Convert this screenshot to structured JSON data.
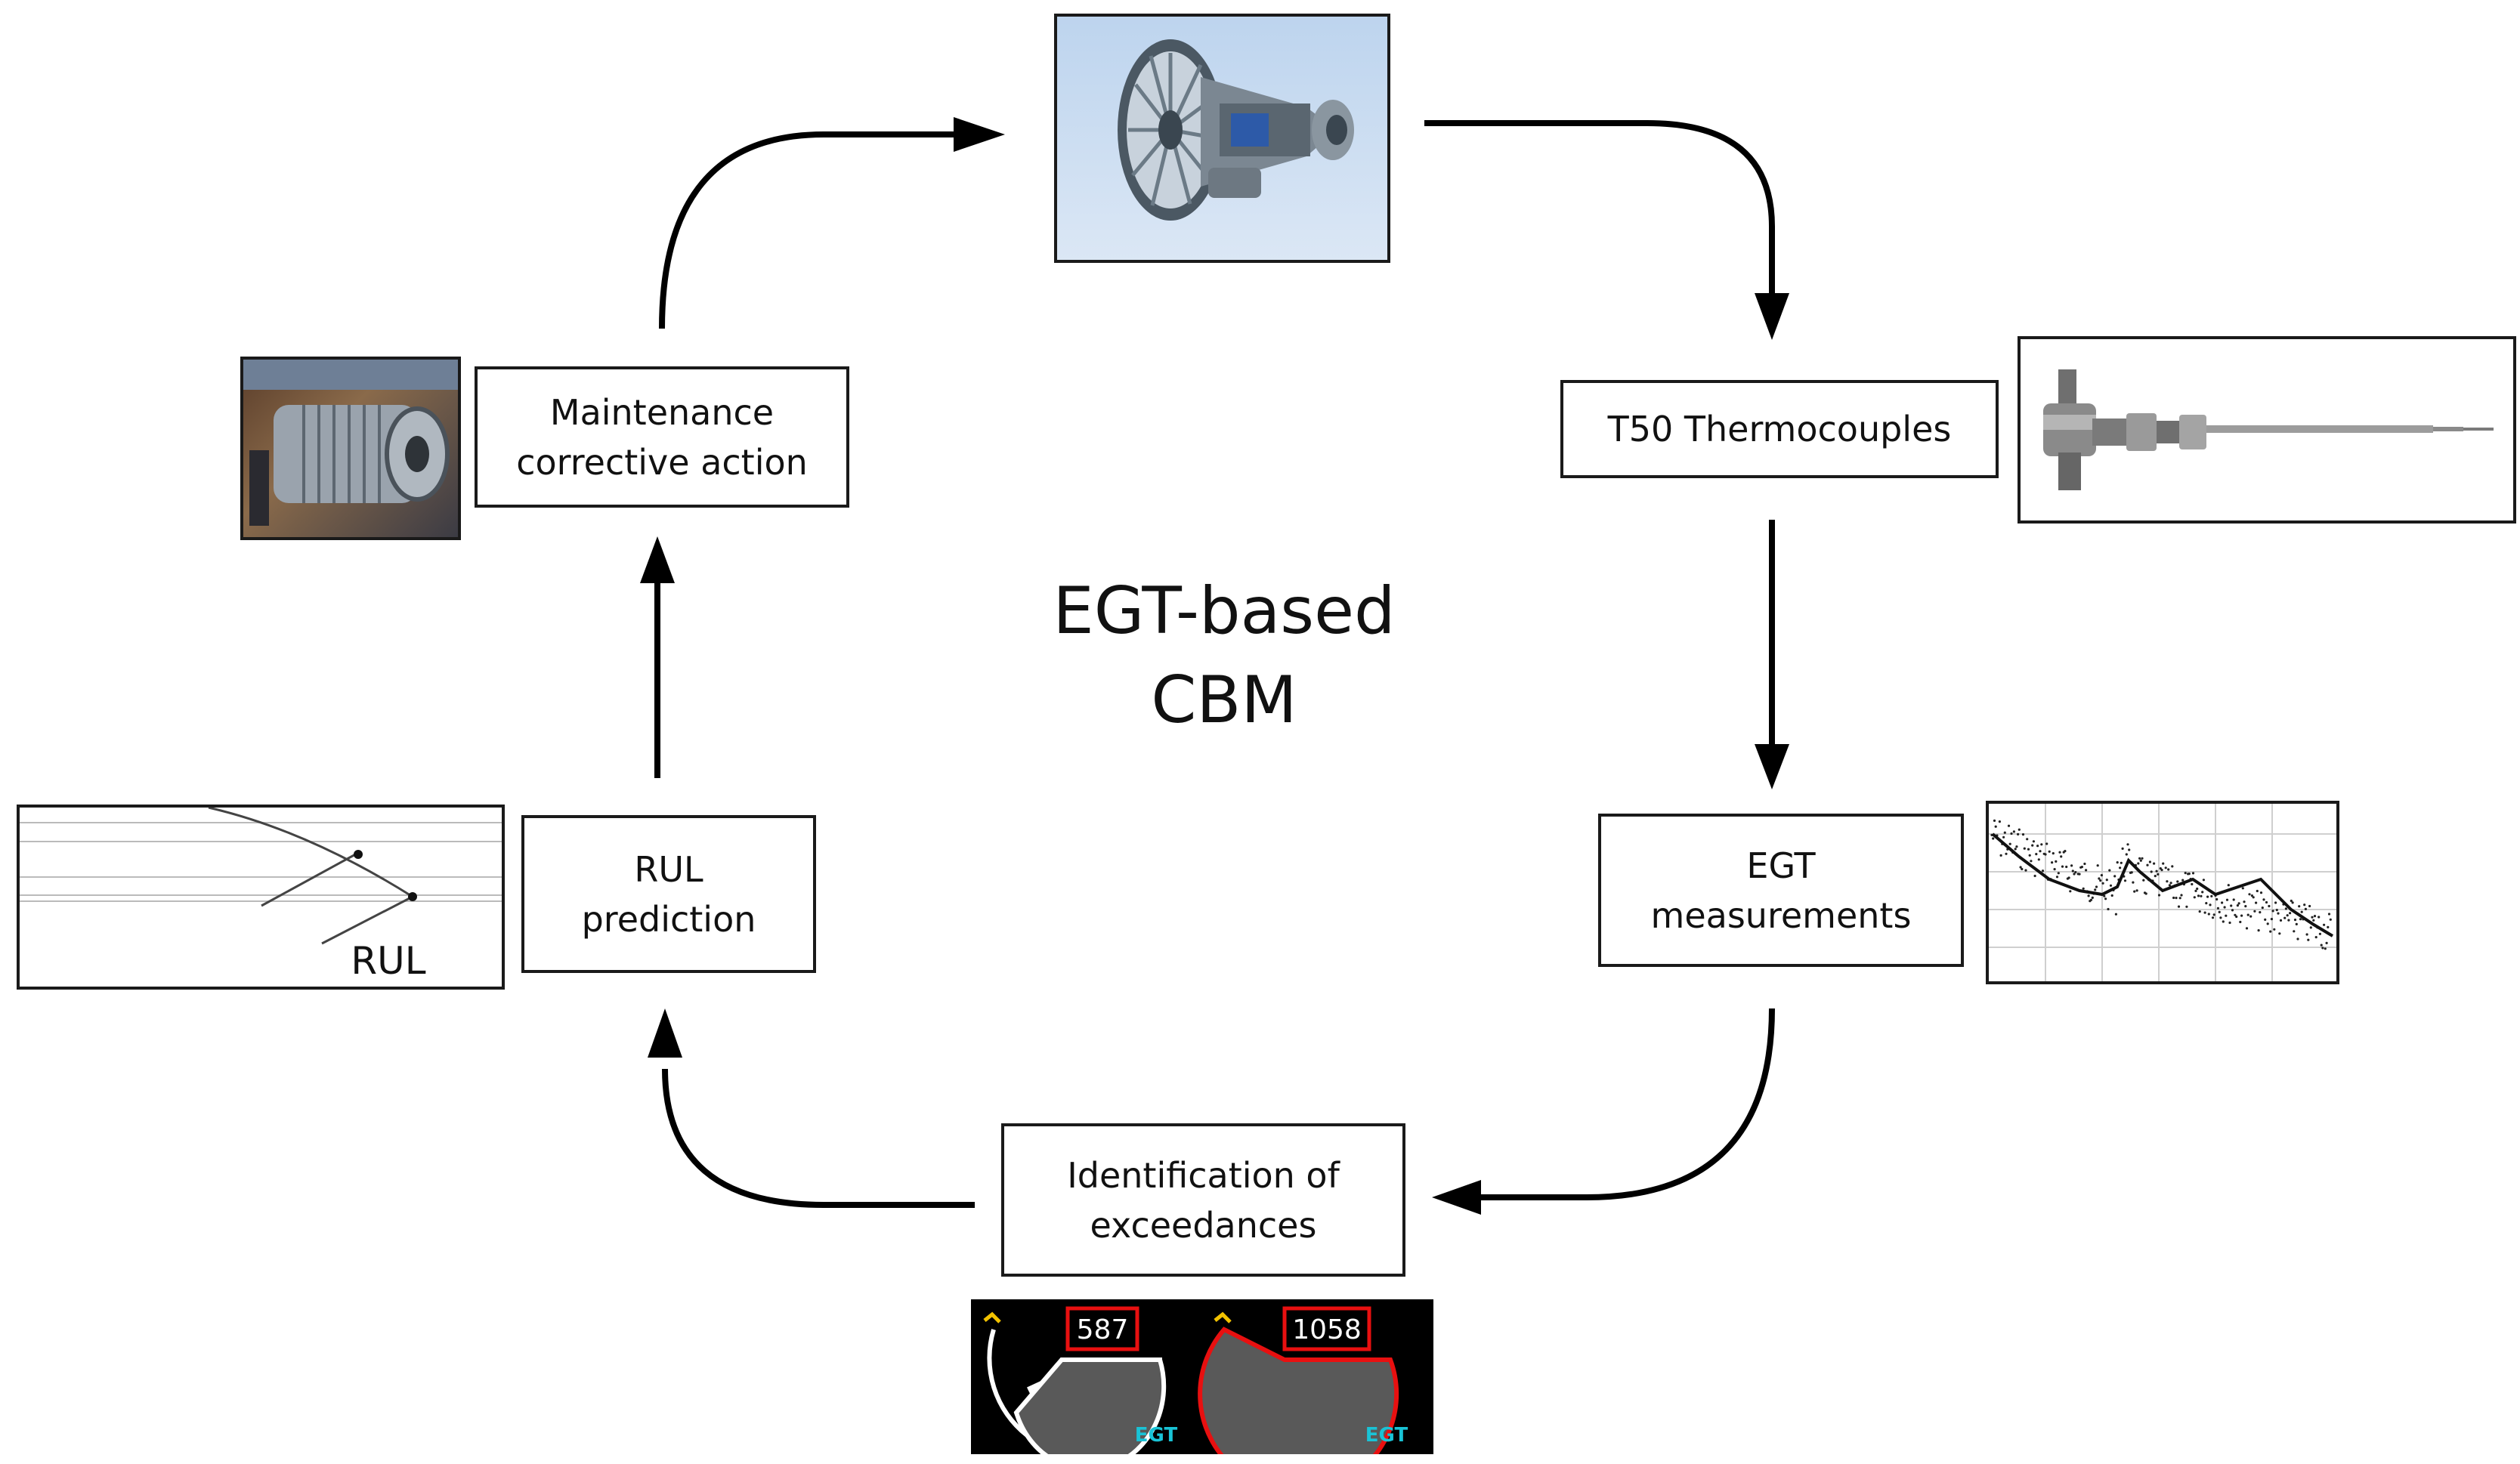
{
  "title": {
    "line1": "EGT-based",
    "line2": "CBM"
  },
  "steps": {
    "thermocouples": {
      "label": "T50 Thermocouples"
    },
    "egt_measurements": {
      "line1": "EGT",
      "line2": "measurements"
    },
    "exceedances": {
      "line1": "Identification of",
      "line2": "exceedances"
    },
    "rul_prediction": {
      "line1": "RUL",
      "line2": "prediction"
    },
    "maintenance": {
      "line1": "Maintenance",
      "line2": "corrective action"
    }
  },
  "rul_chart": {
    "label": "RUL"
  },
  "egt_gauges": [
    {
      "value": "587",
      "label": "EGT",
      "level": 0.45,
      "state": "normal"
    },
    {
      "value": "1058",
      "label": "EGT",
      "level": 0.85,
      "state": "exceedance"
    }
  ],
  "colors": {
    "arrow": "#000000",
    "gauge_bg": "#000000",
    "gauge_fill": "#595959",
    "gauge_normal_ring": "#ffffff",
    "gauge_exceed_ring": "#e81010",
    "gauge_label": "#19c3d6",
    "limit_marker": "#f2c200"
  },
  "icons": [
    "turbofan-engine-image",
    "thermocouple-probe-image",
    "engine-maintenance-photo"
  ]
}
